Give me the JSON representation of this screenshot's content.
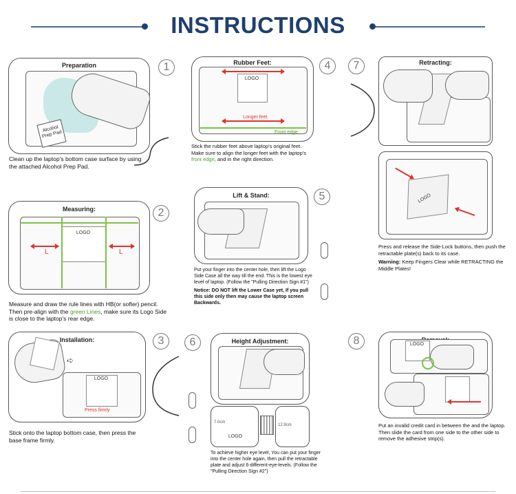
{
  "title": "INSTRUCTIONS",
  "steps": {
    "s1": {
      "num": "1",
      "title": "Preparation",
      "pad": "Alcohol Prep Pad",
      "caption": "Clean up the laptop's bottom case surface by using the attached Alcohol Prep Pad."
    },
    "s2": {
      "num": "2",
      "title": "Measuring:",
      "logo": "LOGO",
      "l1": "L",
      "l2": "L",
      "cap_a": "Measure and draw the rule lines with HB(or softer) pencil. Then pre-align with the ",
      "cap_green": "green Lines",
      "cap_b": ", make sure its Logo Side is close to the laptop's rear edge."
    },
    "s3": {
      "num": "3",
      "title": "Installation:",
      "logo": "LOGO",
      "press": "Press firmly",
      "caption": "Stick onto the laptop bottom case, then press the base frame firmly."
    },
    "s4": {
      "num": "4",
      "title": "Rubber Feet:",
      "logo": "LOGO",
      "longer": "Longer feet",
      "front": "Front edge",
      "cap_a": "Stick the rubber feet above laptop's original feet. Make sure to align the longer feet with the laptop's ",
      "cap_green": "front edge",
      "cap_b": ", and in the right direction."
    },
    "s5": {
      "num": "5",
      "title": "Lift & Stand:",
      "caption": "Put your finger into the center hole, then lift the Logo Side Case all the way till the end. This is the lowest eye level of laptop. (Follow the \"Pulling Direction Sign #1\")",
      "notice": "Notice: DO NOT lift the Lower Case yet, If you pull this side only then may cause the laptop screen Backwards."
    },
    "s6": {
      "num": "6",
      "title": "Height Adjustment:",
      "m1": "7.0cm",
      "m2": "12.9cm",
      "logo": "LOGO",
      "caption": "To achieve higher eye level, You can put your finger into the center hole again, then pull the retractable plate and adjust 6-different-eye-levels. (Follow the \"Pulling Direction Sign #2\")"
    },
    "s7": {
      "num": "7",
      "title": "Retracting:",
      "logo": "LOGO",
      "caption": "Press and release the Side-Lock buttons, then push the retractable plate(s) back to its case.",
      "warn_label": "Warning:",
      "warn": " Keep Fingers Clear while RETRACTING the Middle Plates!"
    },
    "s8": {
      "num": "8",
      "title": "Removal:",
      "logo": "LOGO",
      "caption": "Put an invalid credit card in between the and the laptop. Then slide the card from one side to the other side to remove the adhesive strip(s)."
    }
  },
  "colors": {
    "title": "#1f3f6e",
    "accent_red": "#e0322e",
    "accent_green": "#7cc242"
  }
}
